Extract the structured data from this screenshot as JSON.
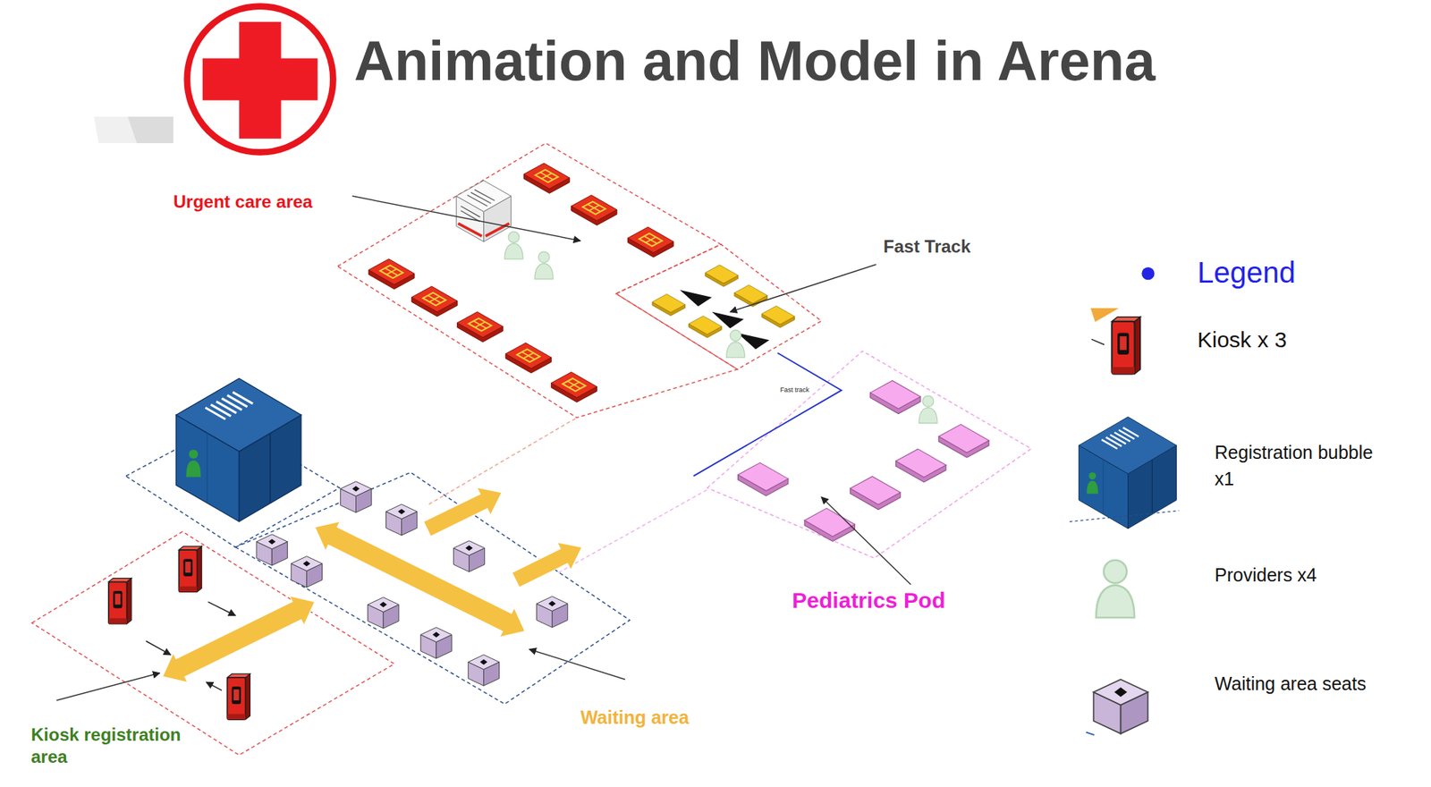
{
  "diagram": {
    "title": "Animation and Model in Arena",
    "labels": [
      "Urgent care area",
      "Fast Track",
      "Fast track",
      "Pediatrics Pod",
      "Waiting area",
      "Kiosk registration area",
      "Legend"
    ],
    "legend": [
      {
        "text": "Kiosk x 3"
      },
      {
        "text": "Registration bubble x1"
      },
      {
        "text": "Providers x4"
      },
      {
        "text": "Waiting area seats"
      }
    ]
  }
}
